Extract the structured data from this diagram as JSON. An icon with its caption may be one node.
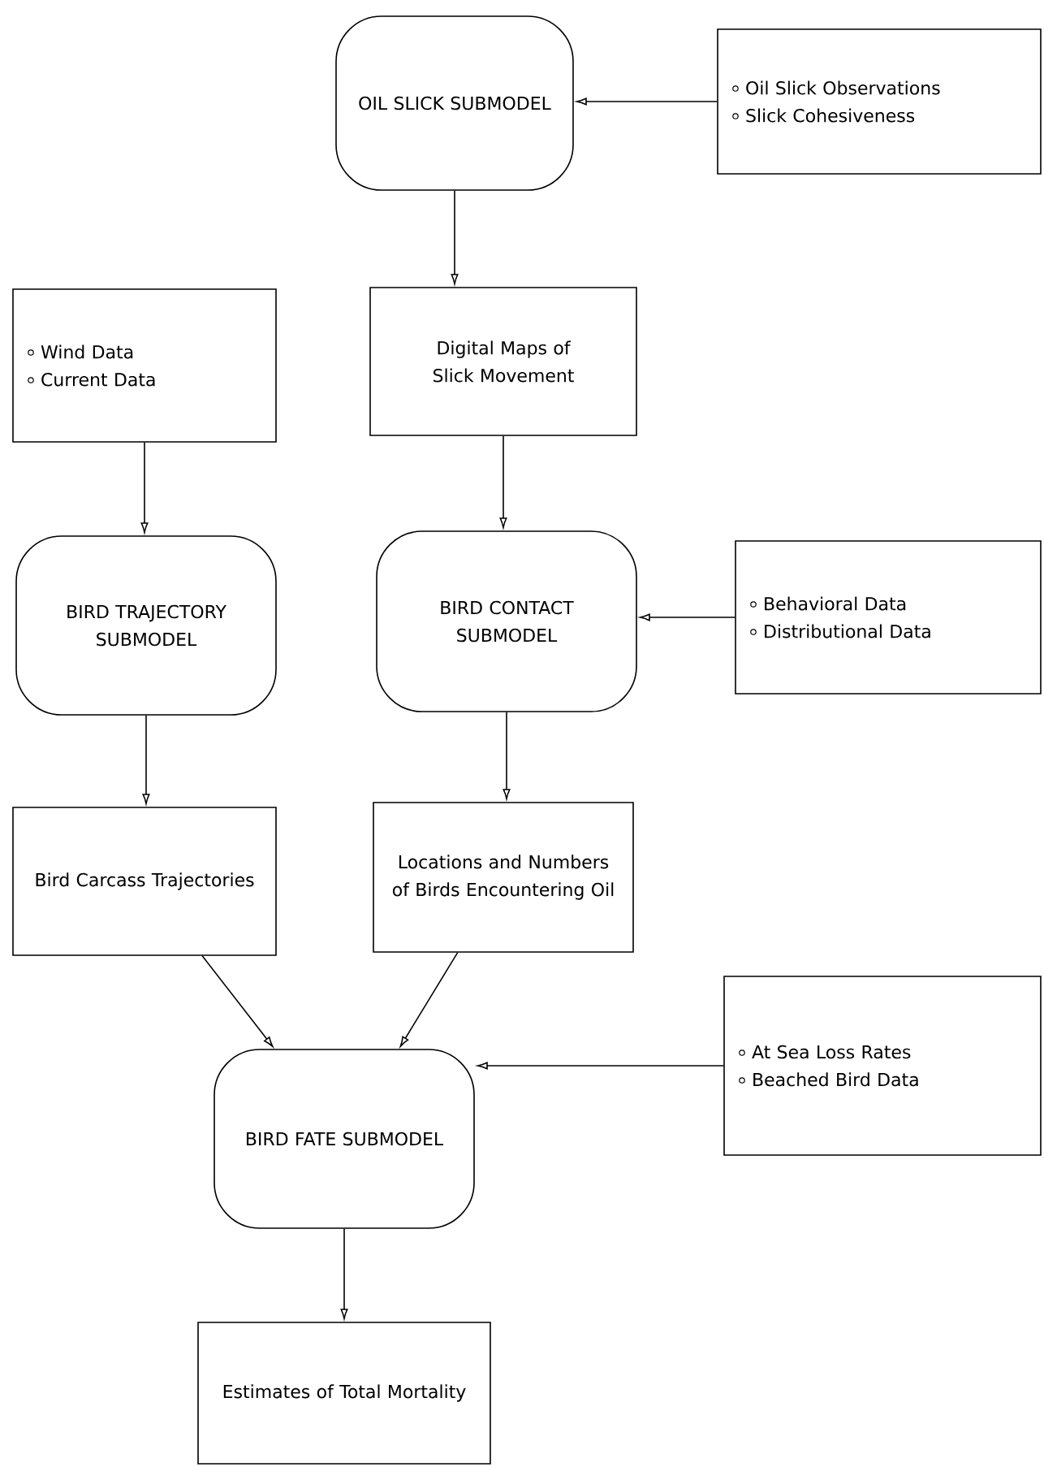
{
  "diagram": {
    "nodes": [
      {
        "text": [
          "OIL SLICK SUBMODEL"
        ]
      },
      {
        "text": [
          "Oil Slick Observations",
          "Slick Cohesiveness"
        ]
      },
      {
        "text": [
          "Wind Data",
          "Current Data"
        ]
      },
      {
        "text": [
          "Digital Maps of Slick Movement"
        ]
      },
      {
        "text": [
          "BIRD TRAJECTORY SUBMODEL"
        ]
      },
      {
        "text": [
          "BIRD CONTACT SUBMODEL"
        ]
      },
      {
        "text": [
          "Behavioral Data",
          "Distributional Data"
        ]
      },
      {
        "text": [
          "Bird Carcass Trajectories"
        ]
      },
      {
        "text": [
          "Locations and Numbers of Birds Encountering Oil"
        ]
      },
      {
        "text": [
          "BIRD FATE SUBMODEL"
        ]
      },
      {
        "text": [
          "At Sea Loss Rates",
          "Beached Bird Data"
        ]
      },
      {
        "text": [
          "Estimates of Total Mortality"
        ]
      }
    ],
    "edges": [
      {
        "from": 1,
        "to": 0,
        "arrow": "to"
      },
      {
        "from": 0,
        "to": 3,
        "arrow": "to"
      },
      {
        "from": 2,
        "to": 4,
        "arrow": "to"
      },
      {
        "from": 3,
        "to": 5,
        "arrow": "to"
      },
      {
        "from": 6,
        "to": 5,
        "arrow": "to"
      },
      {
        "from": 4,
        "to": 7,
        "arrow": "to"
      },
      {
        "from": 5,
        "to": 8,
        "arrow": "to"
      },
      {
        "from": 7,
        "to": 9,
        "arrow": "to"
      },
      {
        "from": 8,
        "to": 9,
        "arrow": "to"
      },
      {
        "from": 10,
        "to": 9,
        "arrow": "to"
      },
      {
        "from": 9,
        "to": 11,
        "arrow": "to"
      }
    ]
  }
}
